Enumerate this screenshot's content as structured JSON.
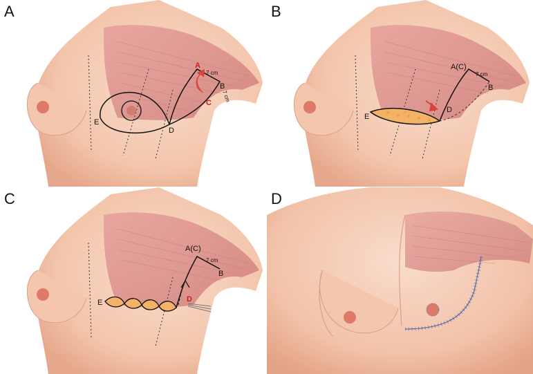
{
  "panels": [
    {
      "letter": "A",
      "points": {
        "A": "A",
        "B": "B",
        "C": "C",
        "D": "D",
        "E": "E"
      },
      "dist_ab": "7 cm",
      "dist_bc": "7 cm"
    },
    {
      "letter": "B",
      "points": {
        "AC": "A(C)",
        "B": "B",
        "D": "D",
        "E": "E"
      },
      "dist_ab": "7 cm"
    },
    {
      "letter": "C",
      "points": {
        "AC": "A(C)",
        "B": "B",
        "D": "D",
        "E": "E"
      },
      "dist_ab": "7 cm"
    },
    {
      "letter": "D"
    }
  ],
  "colors": {
    "skin": "#f6d2bd",
    "skin_shadow": "#e8a98e",
    "muscle": "#d98a87",
    "nipple": "#d96a5a",
    "fat": "#f4b266",
    "arrow": "#d9453a",
    "label_red": "#c8201c",
    "suture": "#5a6aa8"
  },
  "icons": [
    "curved-arrow-icon",
    "suture-needle-icon"
  ]
}
